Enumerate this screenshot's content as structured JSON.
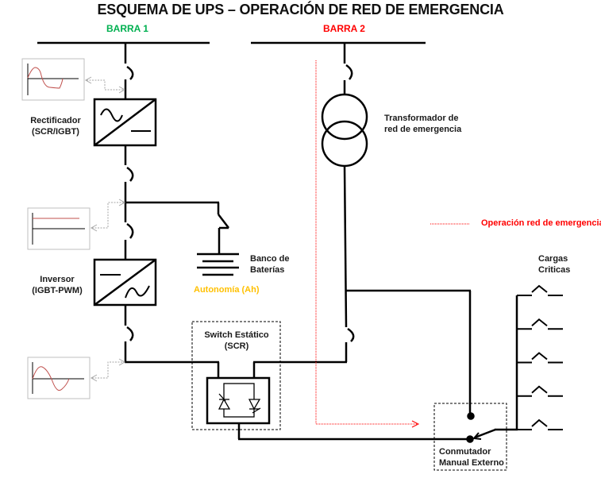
{
  "title": "ESQUEMA DE UPS – OPERACIÓN DE RED DE EMERGENCIA",
  "buses": {
    "bus1": {
      "label": "BARRA 1",
      "color": "#00b050"
    },
    "bus2": {
      "label": "BARRA 2",
      "color": "#ff0000"
    }
  },
  "components": {
    "rectifier": {
      "line1": "Rectificador",
      "line2": "(SCR/IGBT)"
    },
    "inverter": {
      "line1": "Inversor",
      "line2": "(IGBT-PWM)"
    },
    "battery": {
      "line1": "Banco de",
      "line2": "Baterías",
      "autonomy": "Autonomía (Ah)",
      "autonomy_color": "#ffc000"
    },
    "static_switch": {
      "line1": "Switch Estático",
      "line2": "(SCR)"
    },
    "transformer": {
      "line1": "Transformador de",
      "line2": "red de emergencia"
    },
    "manual_switch": {
      "line1": "Conmutador",
      "line2": "Manual Externo"
    },
    "critical_loads": {
      "line1": "Cargas",
      "line2": "Criticas",
      "count": 5
    }
  },
  "legend": {
    "emergency_path": "Operación red de emergencia",
    "color": "#ff0000"
  },
  "waveforms": {
    "rectifier_input": "distorted-ac-waveform",
    "dc_bus": "dc-waveform",
    "inverter_output": "sine-waveform",
    "waveform_color": "#c0504d"
  }
}
